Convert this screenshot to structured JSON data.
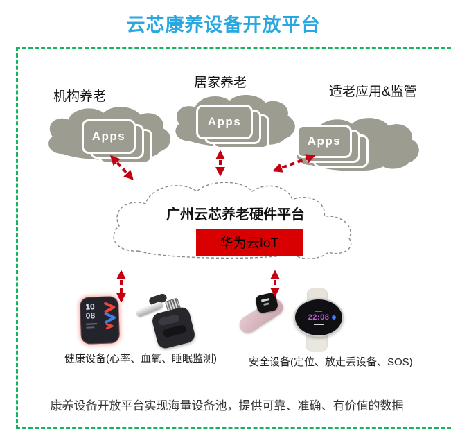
{
  "title": "云芯康养设备开放平台",
  "clouds": [
    {
      "label": "机构养老",
      "apps_label": "Apps"
    },
    {
      "label": "居家养老",
      "apps_label": "Apps"
    },
    {
      "label": "适老应用&监管",
      "apps_label": "Apps"
    }
  ],
  "platform": {
    "name": "广州云芯养老硬件平台",
    "iot_label": "华为云IoT"
  },
  "devices": {
    "health": {
      "label": "健康设备(心率、血氧、睡眠监测)",
      "band_hours": "10",
      "band_minutes": "08"
    },
    "safety": {
      "label": "安全设备(定位、放走丢设备、SOS)",
      "watch_time": "22:08"
    }
  },
  "footer": "康养设备开放平台实现海量设备池，提供可靠、准确、有价值的数据",
  "colors": {
    "title_blue": "#29A8E0",
    "frame_green": "#17B35E",
    "cloud_gray": "#9C9C91",
    "arrow_red": "#C40012",
    "iot_red": "#D80000"
  }
}
